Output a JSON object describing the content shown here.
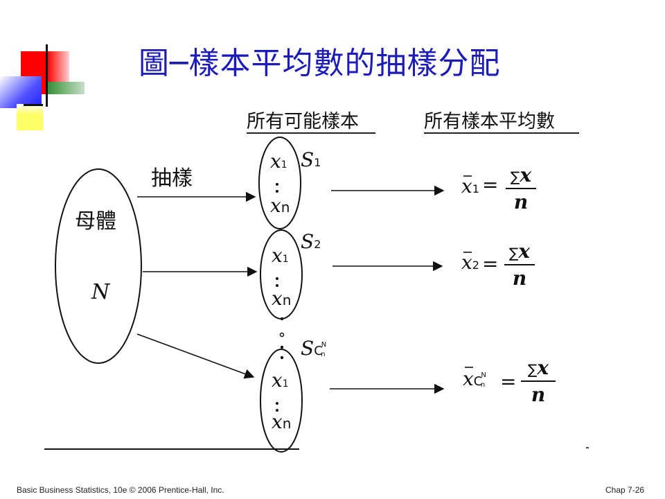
{
  "title": "圖─樣本平均數的抽樣分配",
  "headers": {
    "samples": "所有可能樣本",
    "means": "所有樣本平均數"
  },
  "population": {
    "label": "母體",
    "size": "N"
  },
  "sampling_label": "抽樣",
  "samples": [
    {
      "name": "S",
      "sub": "1",
      "first": "x",
      "first_sub": "1",
      "last": "x",
      "last_sub": "n",
      "mean": "x",
      "mean_sub": "1",
      "eq": "=",
      "sum": "∑",
      "num": "x",
      "den": "n"
    },
    {
      "name": "S",
      "sub": "2",
      "first": "x",
      "first_sub": "1",
      "last": "x",
      "last_sub": "n",
      "mean": "x",
      "mean_sub": "2",
      "eq": "=",
      "sum": "∑",
      "num": "x",
      "den": "n"
    },
    {
      "name": "S",
      "sub": "C",
      "sup": "N",
      "subsub": "n",
      "first": "x",
      "first_sub": "1",
      "last": "x",
      "last_sub": "n",
      "mean": "x",
      "mean_sub": "C",
      "mean_sup": "N",
      "mean_subsub": "n",
      "eq": "=",
      "sum": "∑",
      "num": "x",
      "den": "n"
    }
  ],
  "footer": {
    "left": "Basic Business Statistics, 10e © 2006 Prentice-Hall, Inc.",
    "right": "Chap 7-26"
  },
  "colors": {
    "title": "#1c1cb8",
    "deco_red": "#ff0000",
    "deco_green": "#2e8b2e",
    "deco_yellow": "#ffff66",
    "deco_blue": "#3333ff"
  }
}
